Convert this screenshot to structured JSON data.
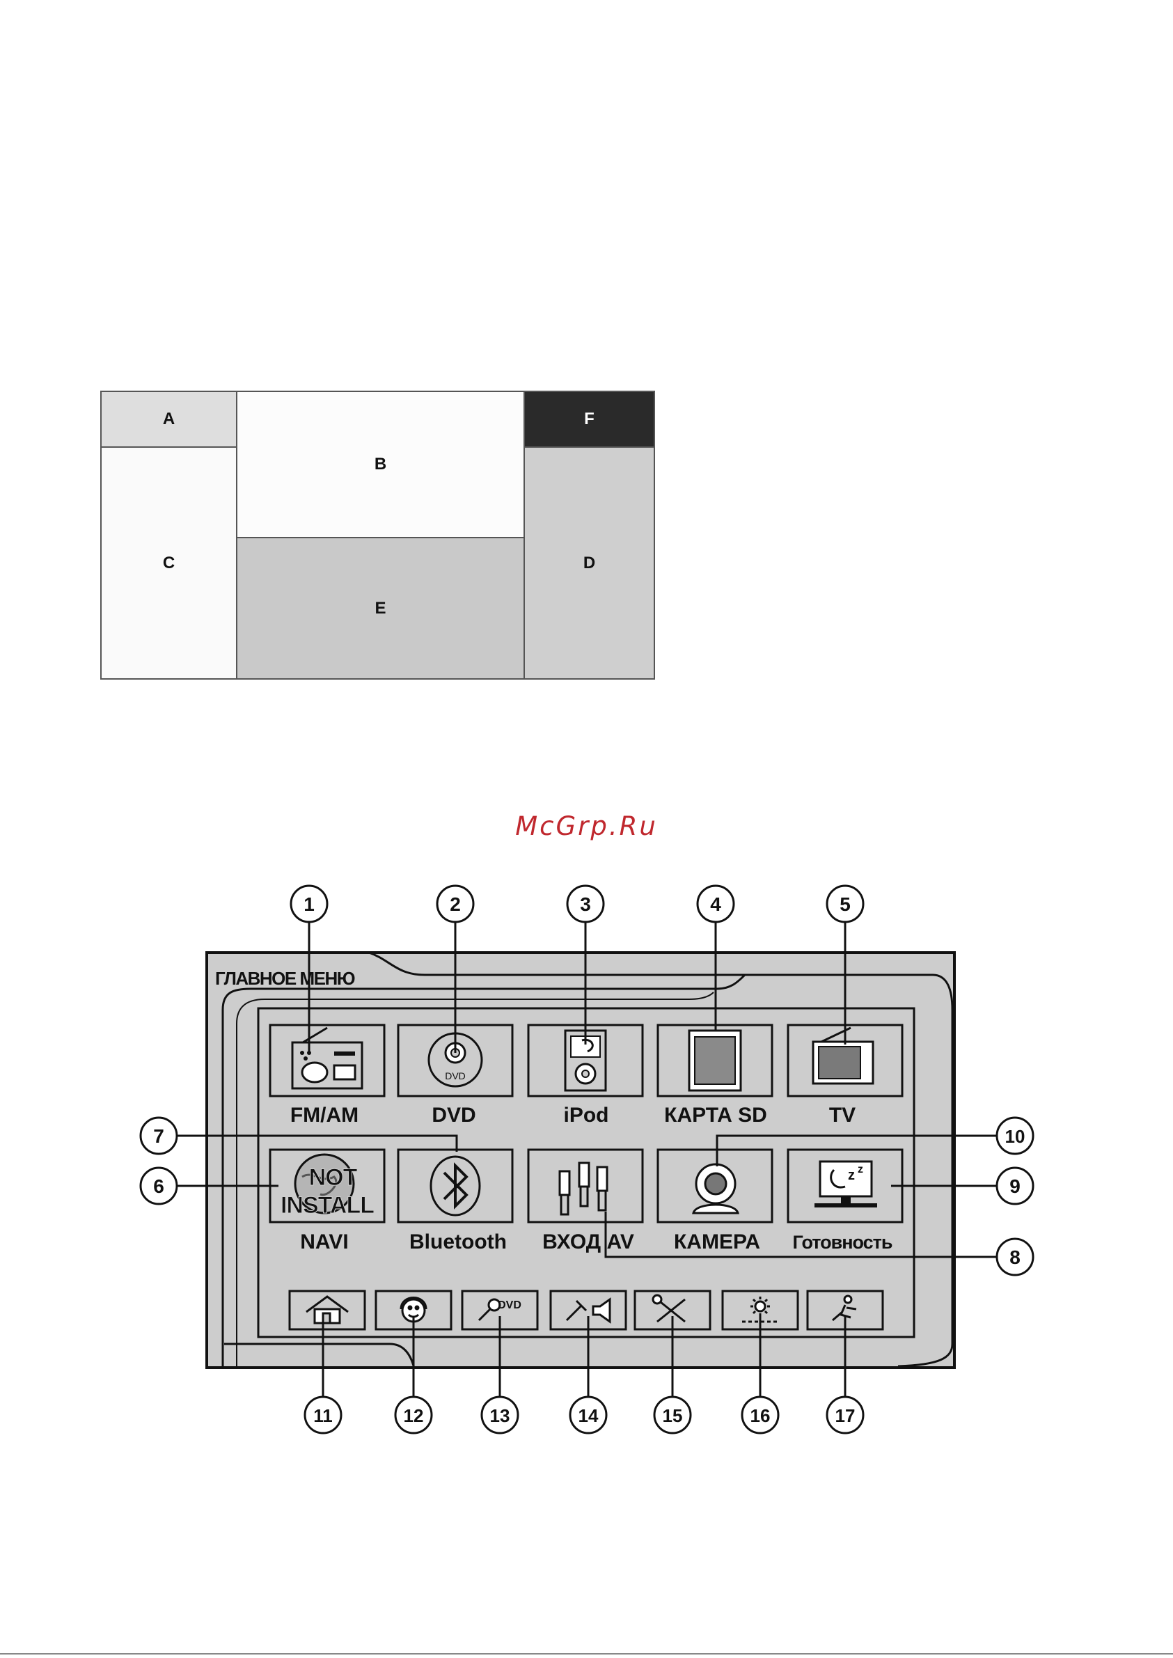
{
  "zones": {
    "a": "A",
    "b": "B",
    "c": "C",
    "d": "D",
    "e": "E",
    "f": "F"
  },
  "watermark": "McGrp.Ru",
  "screen": {
    "title": "ГЛАВНОЕ МЕНЮ",
    "main_buttons": [
      {
        "label": "FM/AM",
        "icon": "radio-icon"
      },
      {
        "label": "DVD",
        "icon": "dvd-disc-icon"
      },
      {
        "label": "iPod",
        "icon": "ipod-icon"
      },
      {
        "label": "КАРТА SD",
        "icon": "sd-card-icon"
      },
      {
        "label": "TV",
        "icon": "tv-icon"
      },
      {
        "label": "NAVI",
        "icon": "globe-icon",
        "overlay": [
          "NOT",
          "INSTALL"
        ]
      },
      {
        "label": "Bluetooth",
        "icon": "bluetooth-icon"
      },
      {
        "label": "ВХОД AV",
        "icon": "rca-plugs-icon"
      },
      {
        "label": "КАМЕРА",
        "icon": "webcam-icon"
      },
      {
        "label": "Готовность",
        "icon": "sleep-monitor-icon"
      }
    ],
    "bottom_buttons": [
      {
        "icon": "home-icon"
      },
      {
        "icon": "headset-face-icon"
      },
      {
        "icon": "wrench-dvd-icon",
        "label": "DVD"
      },
      {
        "icon": "hammer-speaker-icon"
      },
      {
        "icon": "tools-icon"
      },
      {
        "icon": "brightness-icon"
      },
      {
        "icon": "running-person-icon"
      }
    ]
  },
  "callouts": [
    "1",
    "2",
    "3",
    "4",
    "5",
    "6",
    "7",
    "8",
    "9",
    "10",
    "11",
    "12",
    "13",
    "14",
    "15",
    "16",
    "17"
  ]
}
